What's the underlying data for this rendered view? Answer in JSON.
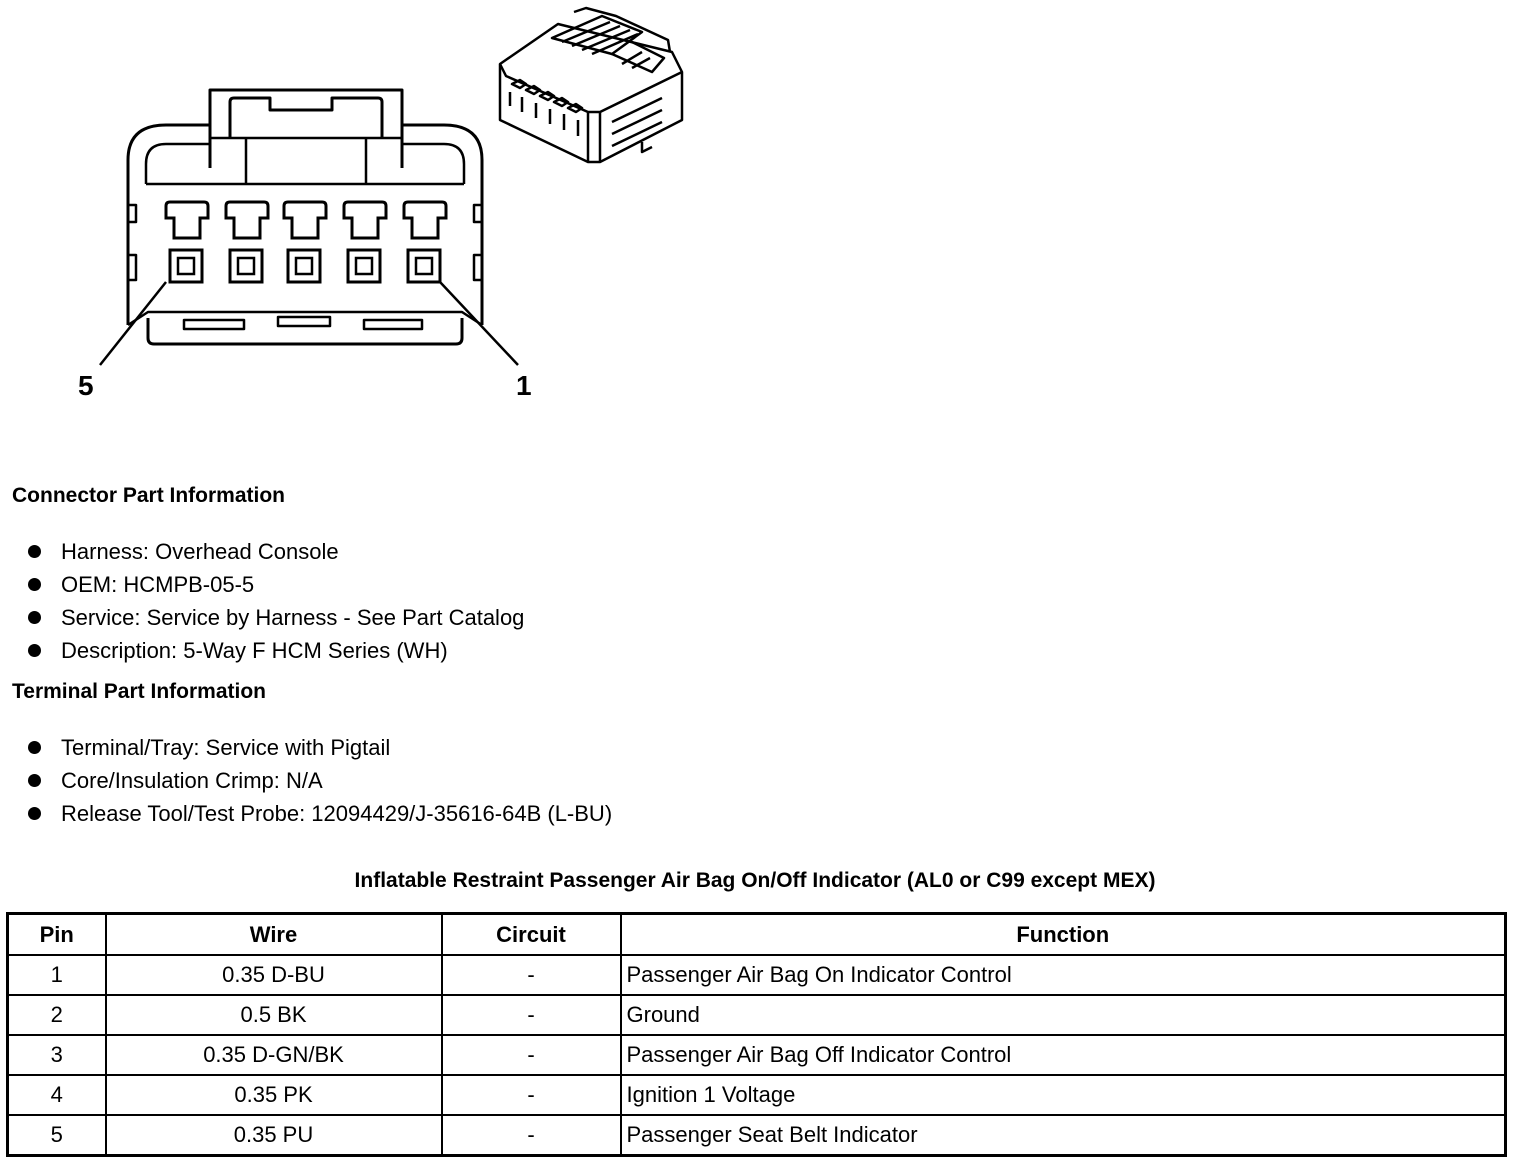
{
  "connector_diagram": {
    "pin_label_left": "5",
    "pin_label_right": "1"
  },
  "connector_part_info": {
    "title": "Connector Part Information",
    "items": [
      "Harness: Overhead Console",
      "OEM: HCMPB-05-5",
      "Service: Service by Harness - See Part Catalog",
      "Description: 5-Way F HCM Series (WH)"
    ]
  },
  "terminal_part_info": {
    "title": "Terminal Part Information",
    "items": [
      "Terminal/Tray: Service with Pigtail",
      "Core/Insulation Crimp: N/A",
      "Release Tool/Test Probe: 12094429/J-35616-64B (L-BU)"
    ]
  },
  "pin_table": {
    "caption": "Inflatable Restraint Passenger Air Bag On/Off Indicator (AL0 or C99 except MEX)",
    "headers": [
      "Pin",
      "Wire",
      "Circuit",
      "Function"
    ],
    "rows": [
      [
        "1",
        "0.35 D-BU",
        "-",
        "Passenger Air Bag On Indicator Control"
      ],
      [
        "2",
        "0.5 BK",
        "-",
        "Ground"
      ],
      [
        "3",
        "0.35 D-GN/BK",
        "-",
        "Passenger Air Bag Off Indicator Control"
      ],
      [
        "4",
        "0.35 PK",
        "-",
        "Ignition 1 Voltage"
      ],
      [
        "5",
        "0.35 PU",
        "-",
        "Passenger Seat Belt Indicator"
      ]
    ]
  }
}
